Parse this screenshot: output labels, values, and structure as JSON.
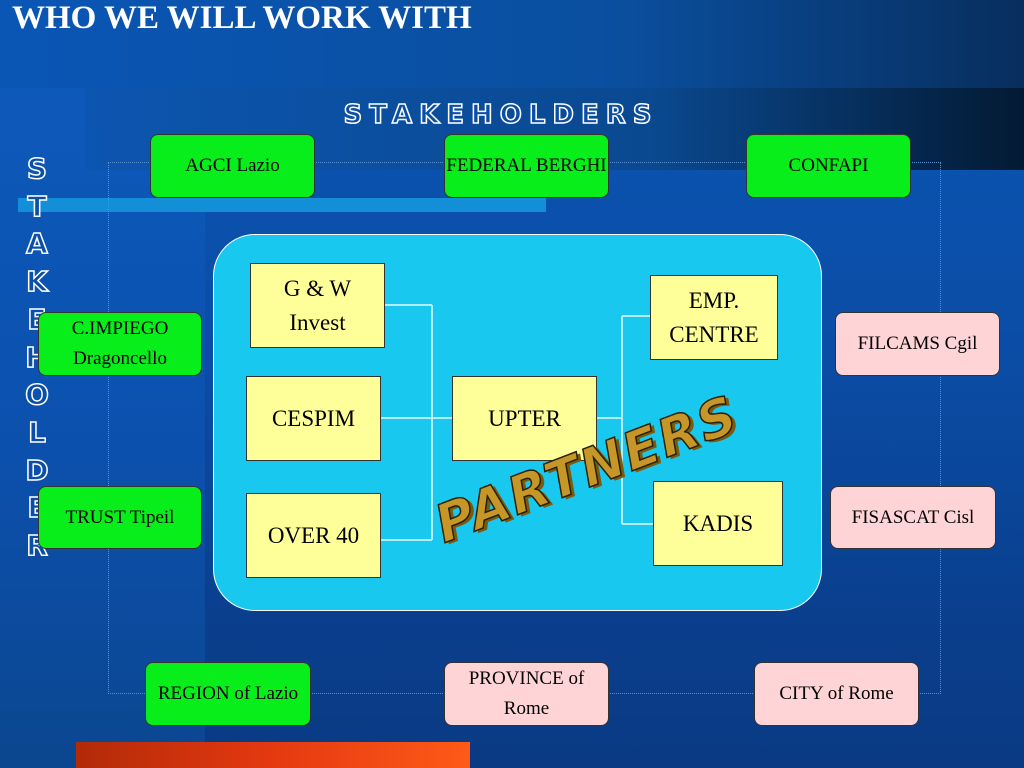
{
  "title": "WHO WE WILL WORK WITH",
  "stakeholders_top_label": "STAKEHOLDERS",
  "stakeholder_side_label": "STAKEHOLDER",
  "partners_label": "PARTNERS",
  "stakeholders": {
    "agci": "AGCI Lazio",
    "federal_berghi": "FEDERAL BERGHI",
    "confapi": "CONFAPI",
    "c_impiego": "C.IMPIEGO Dragoncello",
    "filcams": "FILCAMS Cgil",
    "trust": "TRUST Tipeil",
    "fisascat": "FISASCAT Cisl",
    "region": "REGION of Lazio",
    "province": "PROVINCE of Rome",
    "city": "CITY of Rome"
  },
  "partners": {
    "gw": "G & W\nInvest",
    "cespim": "CESPIM",
    "over40": "OVER 40",
    "upter": "UPTER",
    "emp": "EMP. CENTRE",
    "kadis": "KADIS"
  },
  "colors": {
    "stakeholder_green": "#08ee1a",
    "stakeholder_pink": "#ffd4d7",
    "partner_yellow": "#ffff99",
    "panel_cyan": "#18c8ef"
  }
}
